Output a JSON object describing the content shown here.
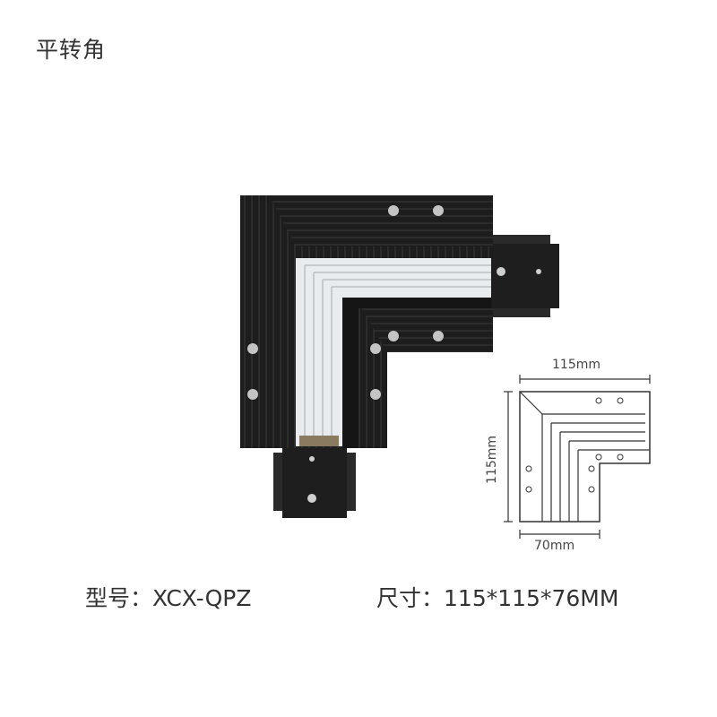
{
  "title": "平转角",
  "diagram": {
    "width_label": "115mm",
    "height_label": "115mm",
    "bottom_label": "70mm"
  },
  "specs": {
    "model_label": "型号：",
    "model_value": "XCX-QPZ",
    "size_label": "尺寸：",
    "size_value": "115*115*76MM"
  },
  "colors": {
    "body": "#1e1e1e",
    "rib": "#2d2d2d",
    "pcb": "#e9ecee",
    "screw": "#bfbfbf",
    "outline": "#333333"
  }
}
